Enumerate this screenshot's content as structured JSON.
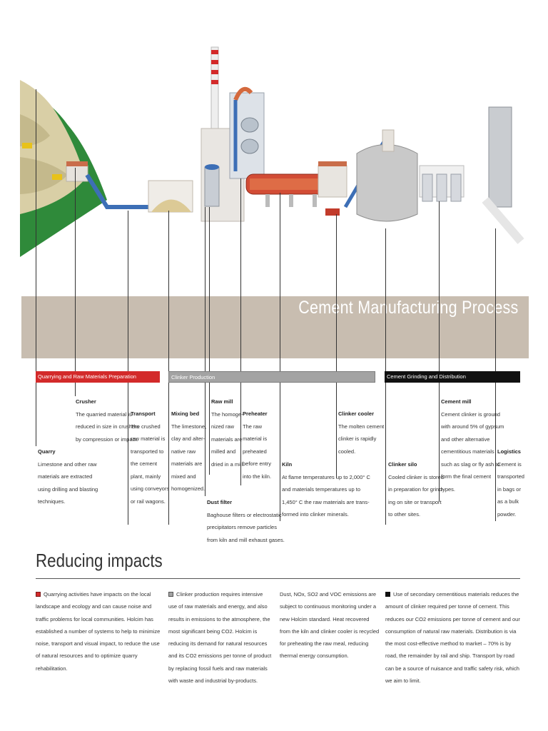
{
  "header": {
    "title": "Cement Manufacturing Process"
  },
  "stages": {
    "quarrying": "Quarrying and Raw Materials Preparation",
    "clinker": "Clinker Production",
    "grinding": "Cement Grinding and Distribution"
  },
  "steps": {
    "quarry": {
      "title": "Quarry",
      "text": "Limestone and other raw\nmaterials are extracted\nusing drilling and blasting\ntechniques."
    },
    "crusher": {
      "title": "Crusher",
      "text": "The quarried material is\nreduced in size in crushers\nby compression or impact."
    },
    "transport": {
      "title": "Transport",
      "text": "The crushed\nraw material is\ntransported to\nthe cement\nplant, mainly\nusing conveyors\nor rail wagons."
    },
    "mixing_bed": {
      "title": "Mixing bed",
      "text": "The limestone,\nclay and alter-\nnative raw\nmaterials are\nmixed and\nhomogenized."
    },
    "raw_mill": {
      "title": "Raw mill",
      "text": "The homoge-\nnized raw\nmaterials are\nmilled and\ndried in a mill."
    },
    "dust_filter": {
      "title": "Dust filter",
      "text": "Baghouse filters or electrostatic\nprecipitators remove particles\nfrom kiln and mill exhaust gases."
    },
    "preheater": {
      "title": "Preheater",
      "text": "The raw\nmaterial is\npreheated\nbefore entry\ninto the kiln."
    },
    "kiln": {
      "title": "Kiln",
      "text": "At flame temperatures up to 2,000° C\nand materials temperatures up to\n1,450° C the raw materials are trans-\nformed into clinker minerals."
    },
    "clinker_cooler": {
      "title": "Clinker cooler",
      "text": "The molten cement\nclinker is rapidly\ncooled."
    },
    "clinker_silo": {
      "title": "Clinker silo",
      "text": "Cooled clinker is stored\nin preparation for grind-\ning on site or transport\nto other sites."
    },
    "cement_mill": {
      "title": "Cement mill",
      "text": "Cement clinker is ground\nwith around 5% of gypsum\nand other alternative\ncementitious materials\nsuch as slag or fly ash to\nform the final cement\ntypes."
    },
    "logistics": {
      "title": "Logistics",
      "text": "Cement is\ntransported\nin bags or\nas a bulk\npowder."
    }
  },
  "reducing": {
    "title": "Reducing impacts",
    "col1": "Quarrying activities have impacts on the local landscape and ecology and can cause noise and traffic problems for local communities. Holcim has established a number of systems to help to minimize noise, transport and visual impact, to reduce the use of natural resources and to optimize quarry rehabilitation.",
    "col2": "Clinker production requires intensive use of raw materials and energy, and also results in emissions to the atmosphere, the most significant being CO2. Holcim is reducing its demand for natural resources and its CO2 emissions per tonne of product by replacing fossil fuels and raw materials with waste and industrial by-products.",
    "col3": "Dust, NOx, SO2 and VOC emissions are subject to continuous monitoring under a new Holcim standard. Heat recovered from the kiln and clinker cooler is recycled for preheating the raw meal, reducing thermal energy consumption.",
    "col4": "Use of secondary cementitious materials reduces the amount of clinker required per tonne of cement. This reduces our CO2 emissions per tonne of cement and our consumption of natural raw materials. Distribution is via the most cost-effective method to market – 70% is by road, the remainder by rail and ship. Transport by road can be a source of nuisance and traffic safety risk, which we aim to limit."
  },
  "colors": {
    "red": "#d32a2a",
    "grey": "#a3a3a3",
    "black": "#111111",
    "band": "#c8bdb0"
  }
}
